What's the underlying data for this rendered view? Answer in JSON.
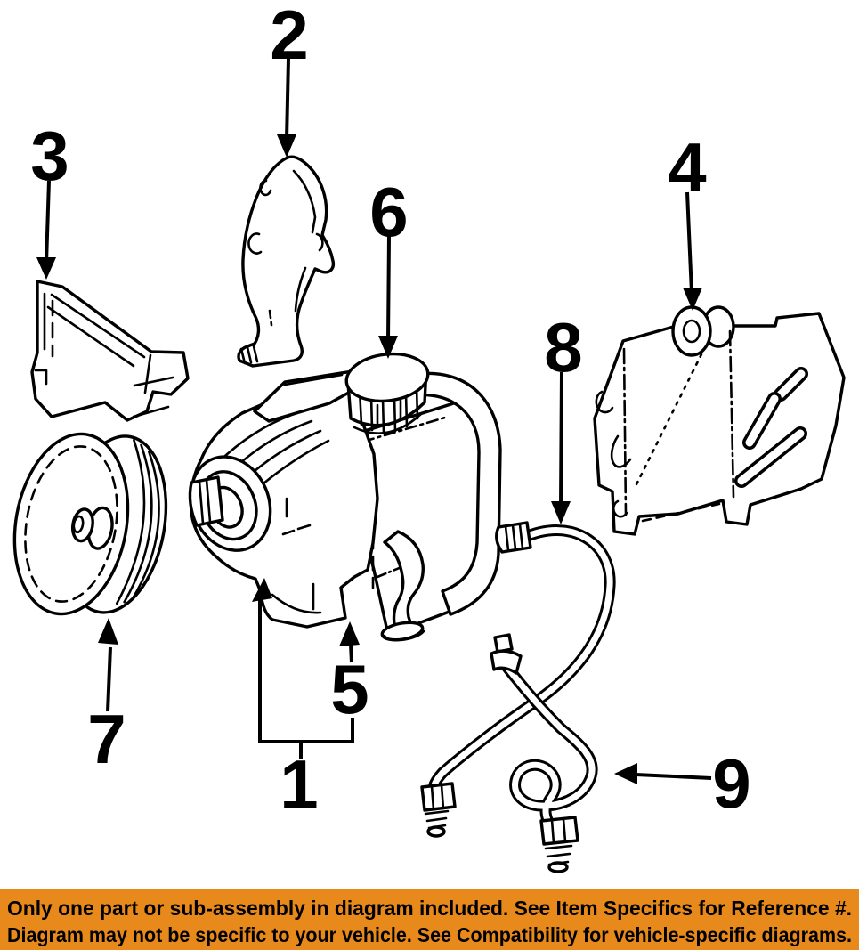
{
  "diagram": {
    "background": "#ffffff",
    "line_color": "#000000",
    "callouts": [
      {
        "number": "1"
      },
      {
        "number": "2"
      },
      {
        "number": "3"
      },
      {
        "number": "4"
      },
      {
        "number": "5"
      },
      {
        "number": "6"
      },
      {
        "number": "7"
      },
      {
        "number": "8"
      },
      {
        "number": "9"
      }
    ]
  },
  "banner": {
    "background": "#E8891C",
    "text_color": "#000000",
    "line1": "Only one part or sub-assembly in diagram included. See Item Specifics for Reference #.",
    "line2": "Diagram may not be specific to your vehicle. See Compatibility for vehicle-specific diagrams."
  }
}
